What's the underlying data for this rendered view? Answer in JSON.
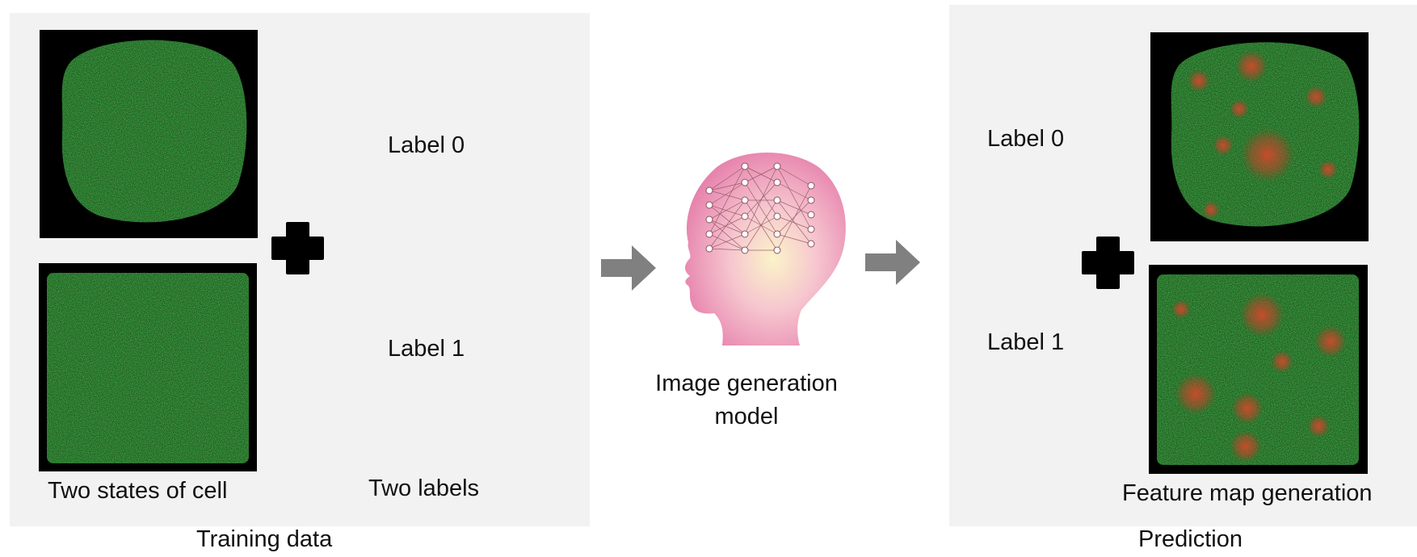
{
  "training": {
    "title": "Training data",
    "cells_caption": "Two states of cell",
    "labels_caption": "Two labels",
    "label0": "Label 0",
    "label1": "Label 1"
  },
  "model": {
    "caption_line1": "Image generation",
    "caption_line2": "model"
  },
  "prediction": {
    "title": "Prediction",
    "feature_caption": "Feature map generation",
    "label0": "Label 0",
    "label1": "Label 1"
  },
  "colors": {
    "panel_bg": "#f2f2f2",
    "cell_green": "#2f7a23",
    "hotspot_red": "#c0392b",
    "arrow_gray": "#808080",
    "head_pink": "#ec8fb4"
  }
}
